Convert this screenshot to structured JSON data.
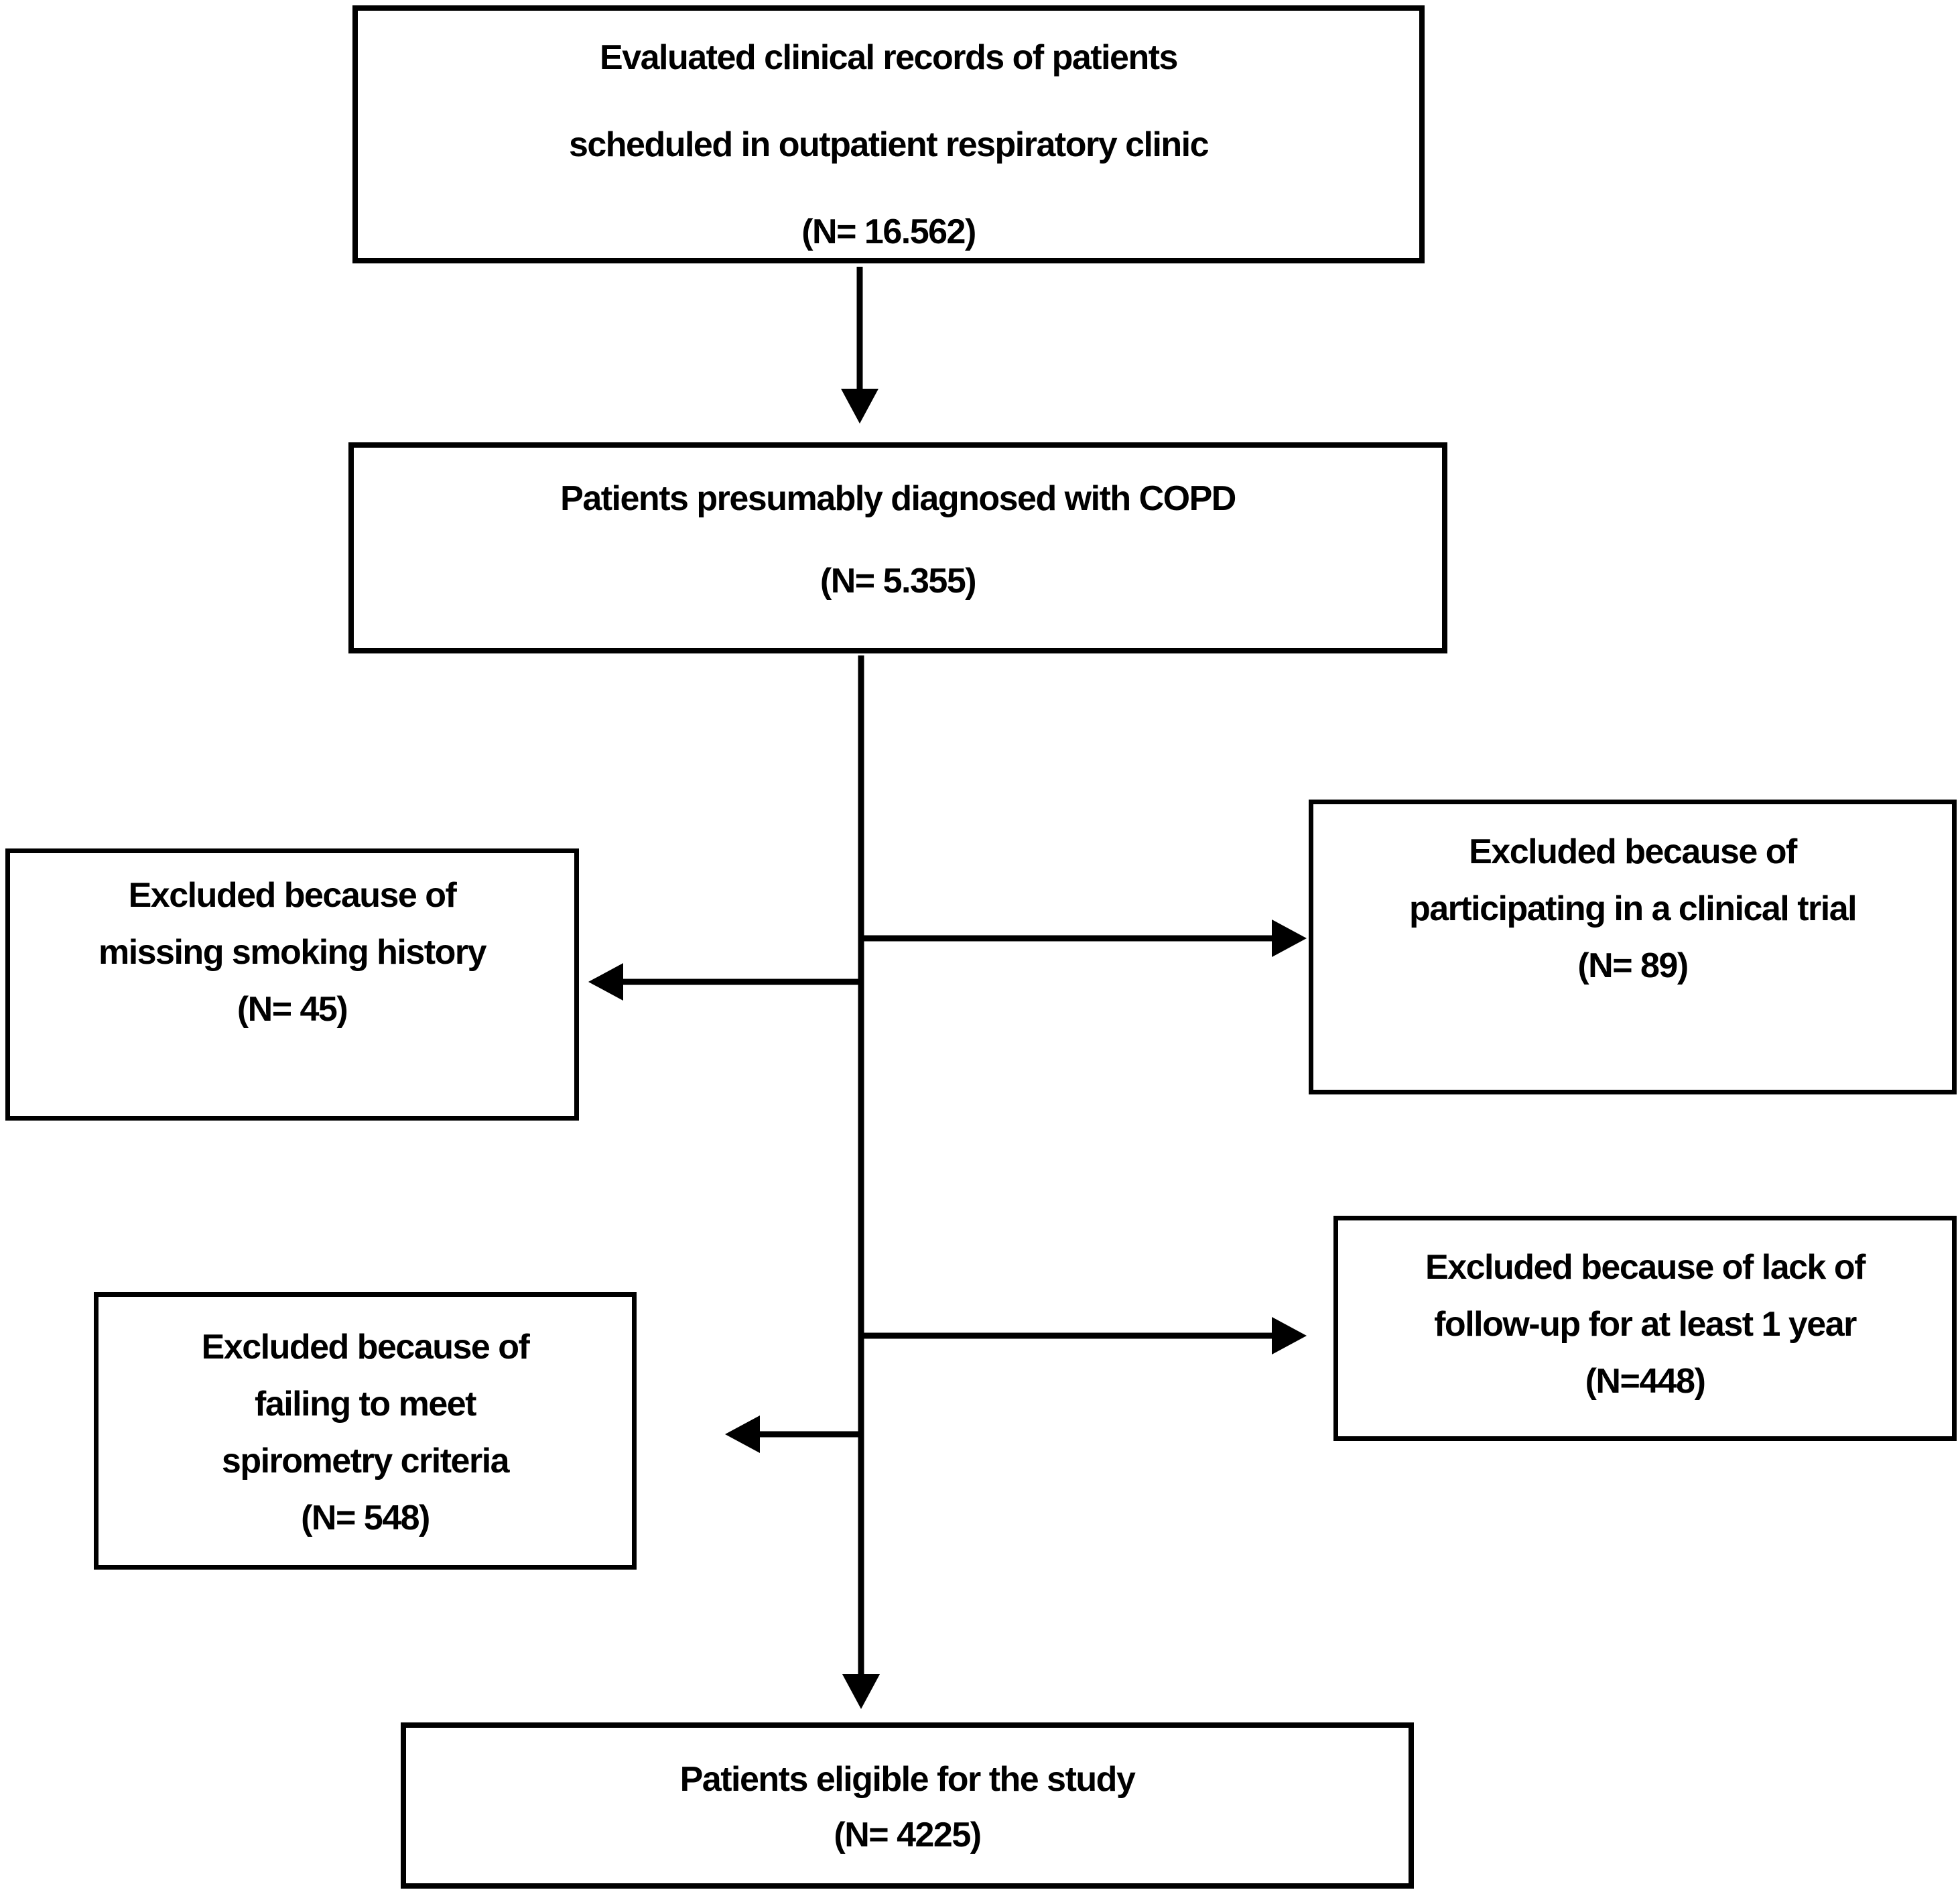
{
  "diagram": {
    "type": "patient-flow-diagram",
    "colors": {
      "line": "#000000",
      "background": "#ffffff",
      "text": "#000000"
    },
    "nodes": {
      "evaluated": {
        "lines": [
          "Evaluated clinical records of patients",
          "scheduled in outpatient respiratory clinic",
          "(N= 16.562)"
        ]
      },
      "copd": {
        "lines": [
          "Patients presumably diagnosed with COPD",
          "(N= 5.355)"
        ]
      },
      "smoking": {
        "lines": [
          "Excluded because of",
          "missing smoking history",
          "(N= 45)"
        ]
      },
      "trial": {
        "lines": [
          "Excluded because of",
          "participating in a clinical trial",
          "(N= 89)"
        ]
      },
      "spirometry": {
        "lines": [
          "Excluded because of",
          "failing to meet",
          "spirometry criteria",
          "(N= 548)"
        ]
      },
      "followup": {
        "lines": [
          "Excluded because of lack of",
          "follow-up for at least 1 year",
          "(N=448)"
        ]
      },
      "eligible": {
        "lines": [
          "Patients eligible for the study",
          "(N= 4225)"
        ]
      }
    }
  }
}
